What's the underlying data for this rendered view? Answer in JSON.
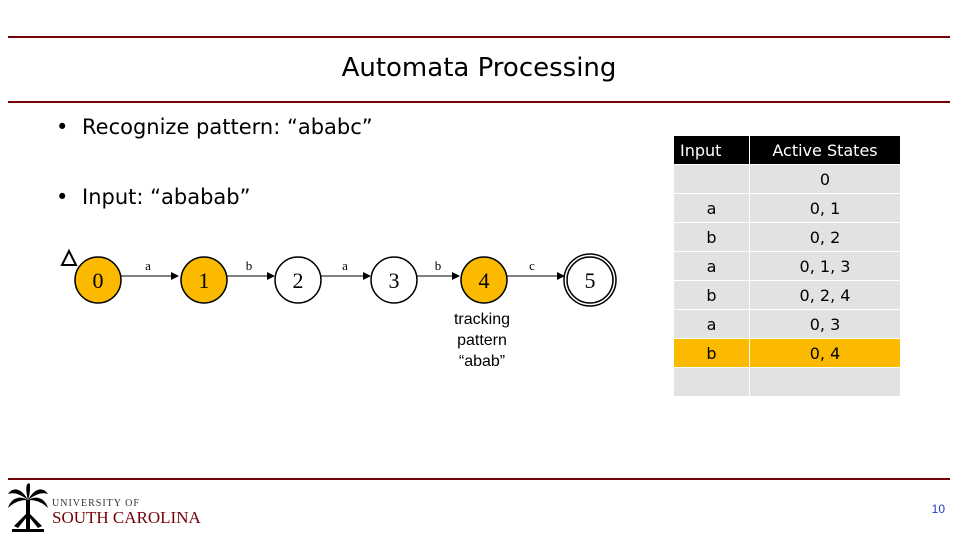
{
  "slide": {
    "title": "Automata Processing",
    "bullets": [
      "Recognize pattern: “ababc”",
      "Input: “ababab”"
    ],
    "bullet_glyph": "•",
    "page_number": "10",
    "note": "tracking pattern “abab”"
  },
  "automaton": {
    "start_state": "0",
    "states": [
      {
        "label": "0",
        "active": true,
        "accepting": false
      },
      {
        "label": "1",
        "active": true,
        "accepting": false
      },
      {
        "label": "2",
        "active": false,
        "accepting": false
      },
      {
        "label": "3",
        "active": false,
        "accepting": false
      },
      {
        "label": "4",
        "active": true,
        "accepting": false
      },
      {
        "label": "5",
        "active": false,
        "accepting": true
      }
    ],
    "edges": [
      "a",
      "b",
      "a",
      "b",
      "c"
    ],
    "colors": {
      "active": "#fbba00",
      "inactive": "#ffffff",
      "stroke": "#000000"
    }
  },
  "table": {
    "headers": [
      "Input",
      "Active States"
    ],
    "rows": [
      {
        "input": "",
        "states": "0",
        "highlight": false
      },
      {
        "input": "a",
        "states": "0, 1",
        "highlight": false
      },
      {
        "input": "b",
        "states": "0, 2",
        "highlight": false
      },
      {
        "input": "a",
        "states": "0, 1, 3",
        "highlight": false
      },
      {
        "input": "b",
        "states": "0, 2, 4",
        "highlight": false
      },
      {
        "input": "a",
        "states": "0, 3",
        "highlight": false
      },
      {
        "input": "b",
        "states": "0, 4",
        "highlight": true
      },
      {
        "input": "",
        "states": "",
        "highlight": false
      }
    ]
  },
  "logo": {
    "line1": "UNIVERSITY OF",
    "line2": "SOUTH CAROLINA",
    "icon": "palmetto-tree-icon",
    "brand_color": "#73000a"
  }
}
